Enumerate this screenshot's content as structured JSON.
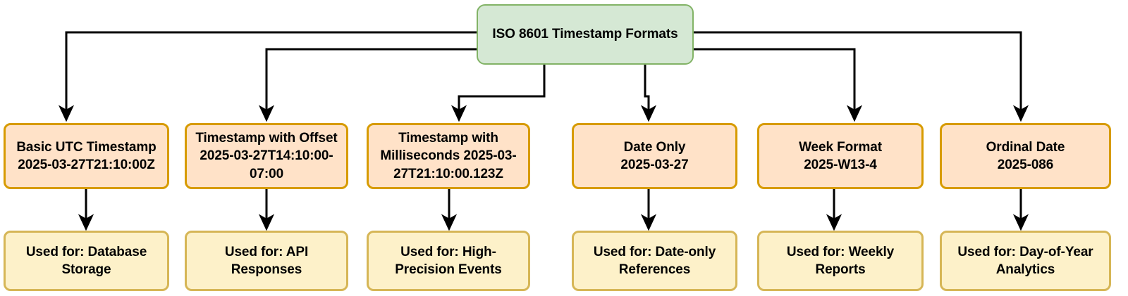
{
  "diagram": {
    "title": "ISO 8601 Timestamp Formats",
    "type": "flowchart",
    "orientation": "top-down",
    "colors": {
      "root_fill": "#d5e8d4",
      "root_stroke": "#82b366",
      "format_fill": "#ffe2c8",
      "format_stroke": "#d79b00",
      "usage_fill": "#fdf1c9",
      "usage_stroke": "#d6b656",
      "edge_stroke": "#000000",
      "background": "#ffffff"
    },
    "root": {
      "label": "ISO 8601 Timestamp Formats"
    },
    "formats": [
      {
        "label": "Basic UTC Timestamp\n2025-03-27T21:10:00Z",
        "name": "Basic UTC Timestamp",
        "example": "2025-03-27T21:10:00Z",
        "usage": "Used for: Database Storage",
        "usage_label": "Used for: Database\nStorage"
      },
      {
        "label": "Timestamp with Offset\n2025-03-27T14:10:00-07:00",
        "name": "Timestamp with Offset",
        "example": "2025-03-27T14:10:00-07:00",
        "usage": "Used for: API Responses",
        "usage_label": "Used for: API\nResponses"
      },
      {
        "label": "Timestamp with Milliseconds 2025-03-27T21:10:00.123Z",
        "name": "Timestamp with Milliseconds",
        "example": "2025-03-27T21:10:00.123Z",
        "usage": "Used for: High-Precision Events",
        "usage_label": "Used for: High-Precision Events"
      },
      {
        "label": "Date Only\n2025-03-27",
        "name": "Date Only",
        "example": "2025-03-27",
        "usage": "Used for: Date-only References",
        "usage_label": "Used for: Date-only\nReferences"
      },
      {
        "label": "Week Format\n2025-W13-4",
        "name": "Week Format",
        "example": "2025-W13-4",
        "usage": "Used for: Weekly Reports",
        "usage_label": "Used for: Weekly\nReports"
      },
      {
        "label": "Ordinal Date\n2025-086",
        "name": "Ordinal Date",
        "example": "2025-086",
        "usage": "Used for: Day-of-Year Analytics",
        "usage_label": "Used for: Day-of-Year\nAnalytics"
      }
    ]
  }
}
